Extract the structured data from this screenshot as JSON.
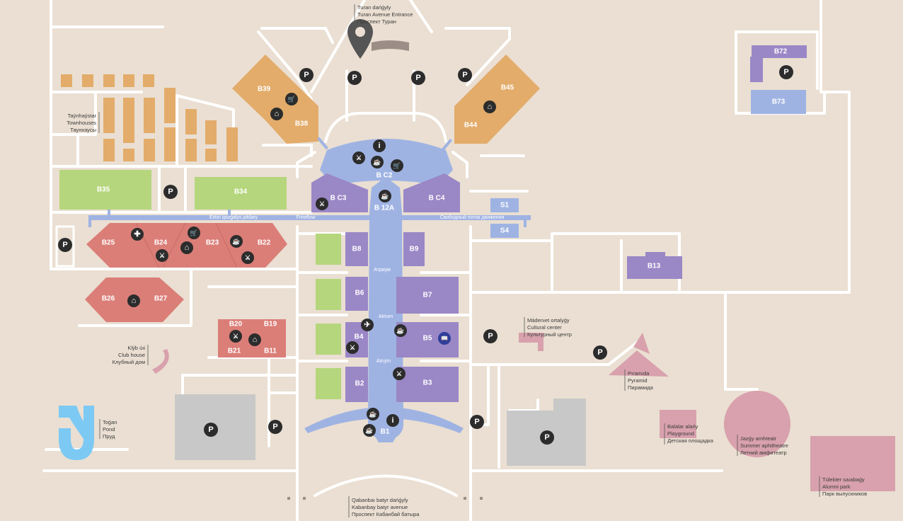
{
  "colors": {
    "background": "#eadfd2",
    "road": "#ffffff",
    "purple": "#9a87c6",
    "blue_hall": "#9fb3e3",
    "orange": "#e3ac6a",
    "red": "#db7e78",
    "green": "#b5d67c",
    "gray_lot": "#c8c8c8",
    "pink": "#d8a1ad",
    "pond": "#7cc9f4",
    "icon_dark": "#2c2c2c",
    "book_blue": "#2f3f9a"
  },
  "buildings": {
    "b72": "B72",
    "b73": "B73",
    "b39": "B39",
    "b38": "B38",
    "b45": "B45",
    "b44": "B44",
    "c2": "B C2",
    "c3": "B C3",
    "c4": "B C4",
    "b12a": "B 12A",
    "s1": "S1",
    "s4": "S4",
    "b35": "B35",
    "b34": "B34",
    "b25": "B25",
    "b24": "B24",
    "b23": "B23",
    "b22": "B22",
    "b26": "B26",
    "b27": "B27",
    "b20": "B20",
    "b19": "B19",
    "b21": "B21",
    "b11": "B11",
    "b8": "B8",
    "b9": "B9",
    "b6": "B6",
    "b7": "B7",
    "b4": "B4",
    "b5": "B5",
    "b2": "B2",
    "b3": "B3",
    "b1": "B1",
    "b13": "B13"
  },
  "corridor": {
    "atrium1": "Атриум",
    "atrium2": "Atrium",
    "atrium3": "Atrıým",
    "flow1": "Erkin qozǵalys joldary",
    "flow2": "Freeflow",
    "flow3": "Свободный поток движения"
  },
  "parking_symbol": "P",
  "annotations": {
    "turan": [
      "Turan dańǵyly",
      "Turan Avenue Entrance",
      "Проспект Туран"
    ],
    "townhouses": [
      "Taýnhaýstar",
      "Townhouses",
      "Таунхаусы"
    ],
    "clubhouse": [
      "Klýb úıi",
      "Club house",
      "Клубный дом"
    ],
    "pond": [
      "Toǵan",
      "Pond",
      "Пруд"
    ],
    "cultural": [
      "Mádenıet ortalyǵy",
      "Cultural center",
      "Культурный центр"
    ],
    "pyramid": [
      "Pıramıda",
      "Pyramid",
      "Пирамида"
    ],
    "playground": [
      "Balalar alańy",
      "Playground",
      "Детская площадка"
    ],
    "amphitheatre": [
      "Jazǵy amfıteatr",
      "Summer aphitheatre",
      "Летний амфитеатр"
    ],
    "alumni": [
      "Túlekter   saıabaǵy",
      "Alumni park",
      "Парк выпускников"
    ],
    "kabanbay": [
      "Qabanbaı   batyr dańǵyly",
      "Kabanbay batyr avenue",
      "Проспект Кабанбай батыра"
    ]
  },
  "icons": [
    {
      "name": "sport-icon",
      "glyph": "⚔"
    },
    {
      "name": "cafe-icon",
      "glyph": "☕"
    },
    {
      "name": "shop-icon",
      "glyph": "🛒"
    },
    {
      "name": "home-icon",
      "glyph": "⌂"
    },
    {
      "name": "medical-icon",
      "glyph": "✚"
    },
    {
      "name": "airplane-icon",
      "glyph": "✈"
    },
    {
      "name": "book-icon",
      "glyph": "📖"
    },
    {
      "name": "info-icon",
      "glyph": "i"
    }
  ]
}
